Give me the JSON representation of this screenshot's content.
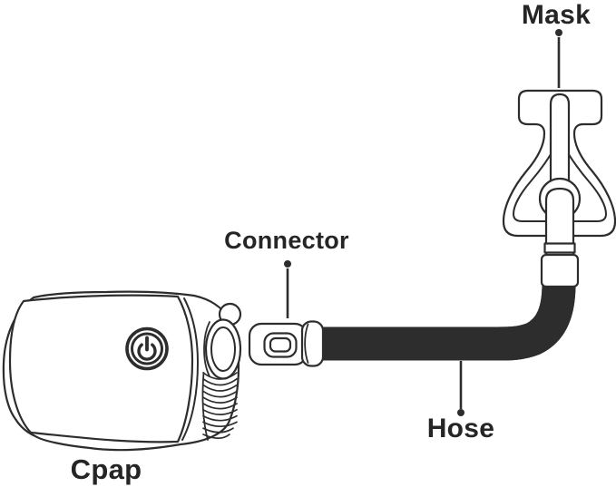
{
  "page": {
    "background": "#ffffff"
  },
  "diagram": {
    "type": "labeled-line-illustration",
    "subject": "Cpap machine with connector, hose and mask",
    "line_color": "#2d2d2d",
    "label_color": "#252525",
    "labels": {
      "mask": "Mask",
      "connector": "Connector",
      "hose": "Hose",
      "cpap": "Cpap"
    },
    "icons": {
      "cpap_power_button": "power-icon"
    }
  }
}
